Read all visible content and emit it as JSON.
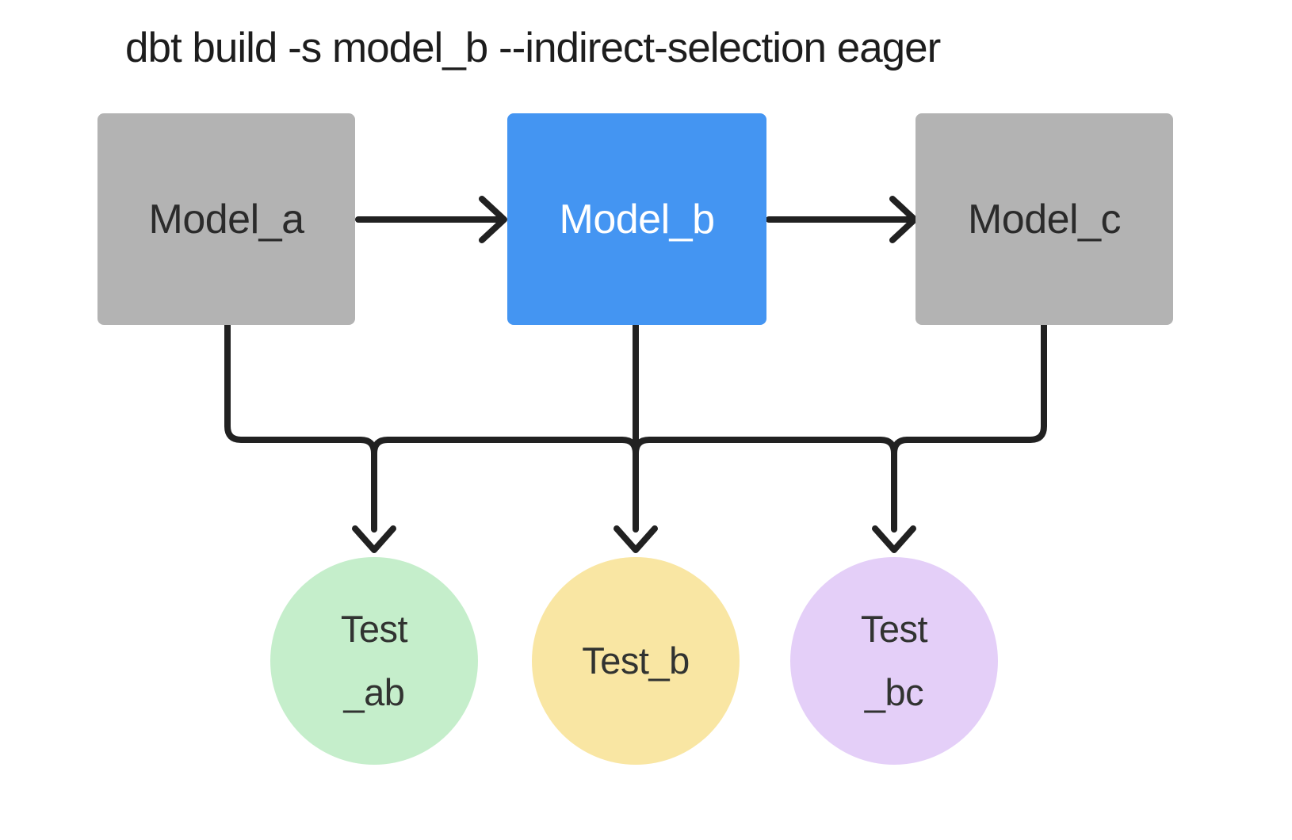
{
  "title": "dbt build -s model_b --indirect-selection eager",
  "diagram": {
    "models": [
      {
        "id": "model_a",
        "label": "Model_a",
        "variant": "default"
      },
      {
        "id": "model_b",
        "label": "Model_b",
        "variant": "selected"
      },
      {
        "id": "model_c",
        "label": "Model_c",
        "variant": "default"
      }
    ],
    "tests": [
      {
        "id": "test_ab",
        "label_lines": [
          "Test",
          "_ab"
        ],
        "fill": "#c5eecb"
      },
      {
        "id": "test_b",
        "label_lines": [
          "Test_b"
        ],
        "fill": "#f9e6a3"
      },
      {
        "id": "test_bc",
        "label_lines": [
          "Test",
          "_bc"
        ],
        "fill": "#e4cff8"
      }
    ],
    "flow_edges": [
      {
        "from": "model_a",
        "to": "model_b"
      },
      {
        "from": "model_b",
        "to": "model_c"
      }
    ],
    "test_bus": {
      "sources": [
        "model_a",
        "model_b",
        "model_c"
      ],
      "targets": [
        "test_ab",
        "test_b",
        "test_bc"
      ]
    }
  },
  "colors": {
    "background": "#ffffff",
    "model_default_fill": "#b3b3b3",
    "model_selected_fill": "#4495f2",
    "model_default_text": "#2b2b2b",
    "model_selected_text": "#ffffff",
    "test_ab_fill": "#c5eecb",
    "test_b_fill": "#f9e6a3",
    "test_bc_fill": "#e4cff8",
    "test_text": "#313331",
    "edge_stroke": "#212121",
    "title_text": "#1d1d1d"
  }
}
